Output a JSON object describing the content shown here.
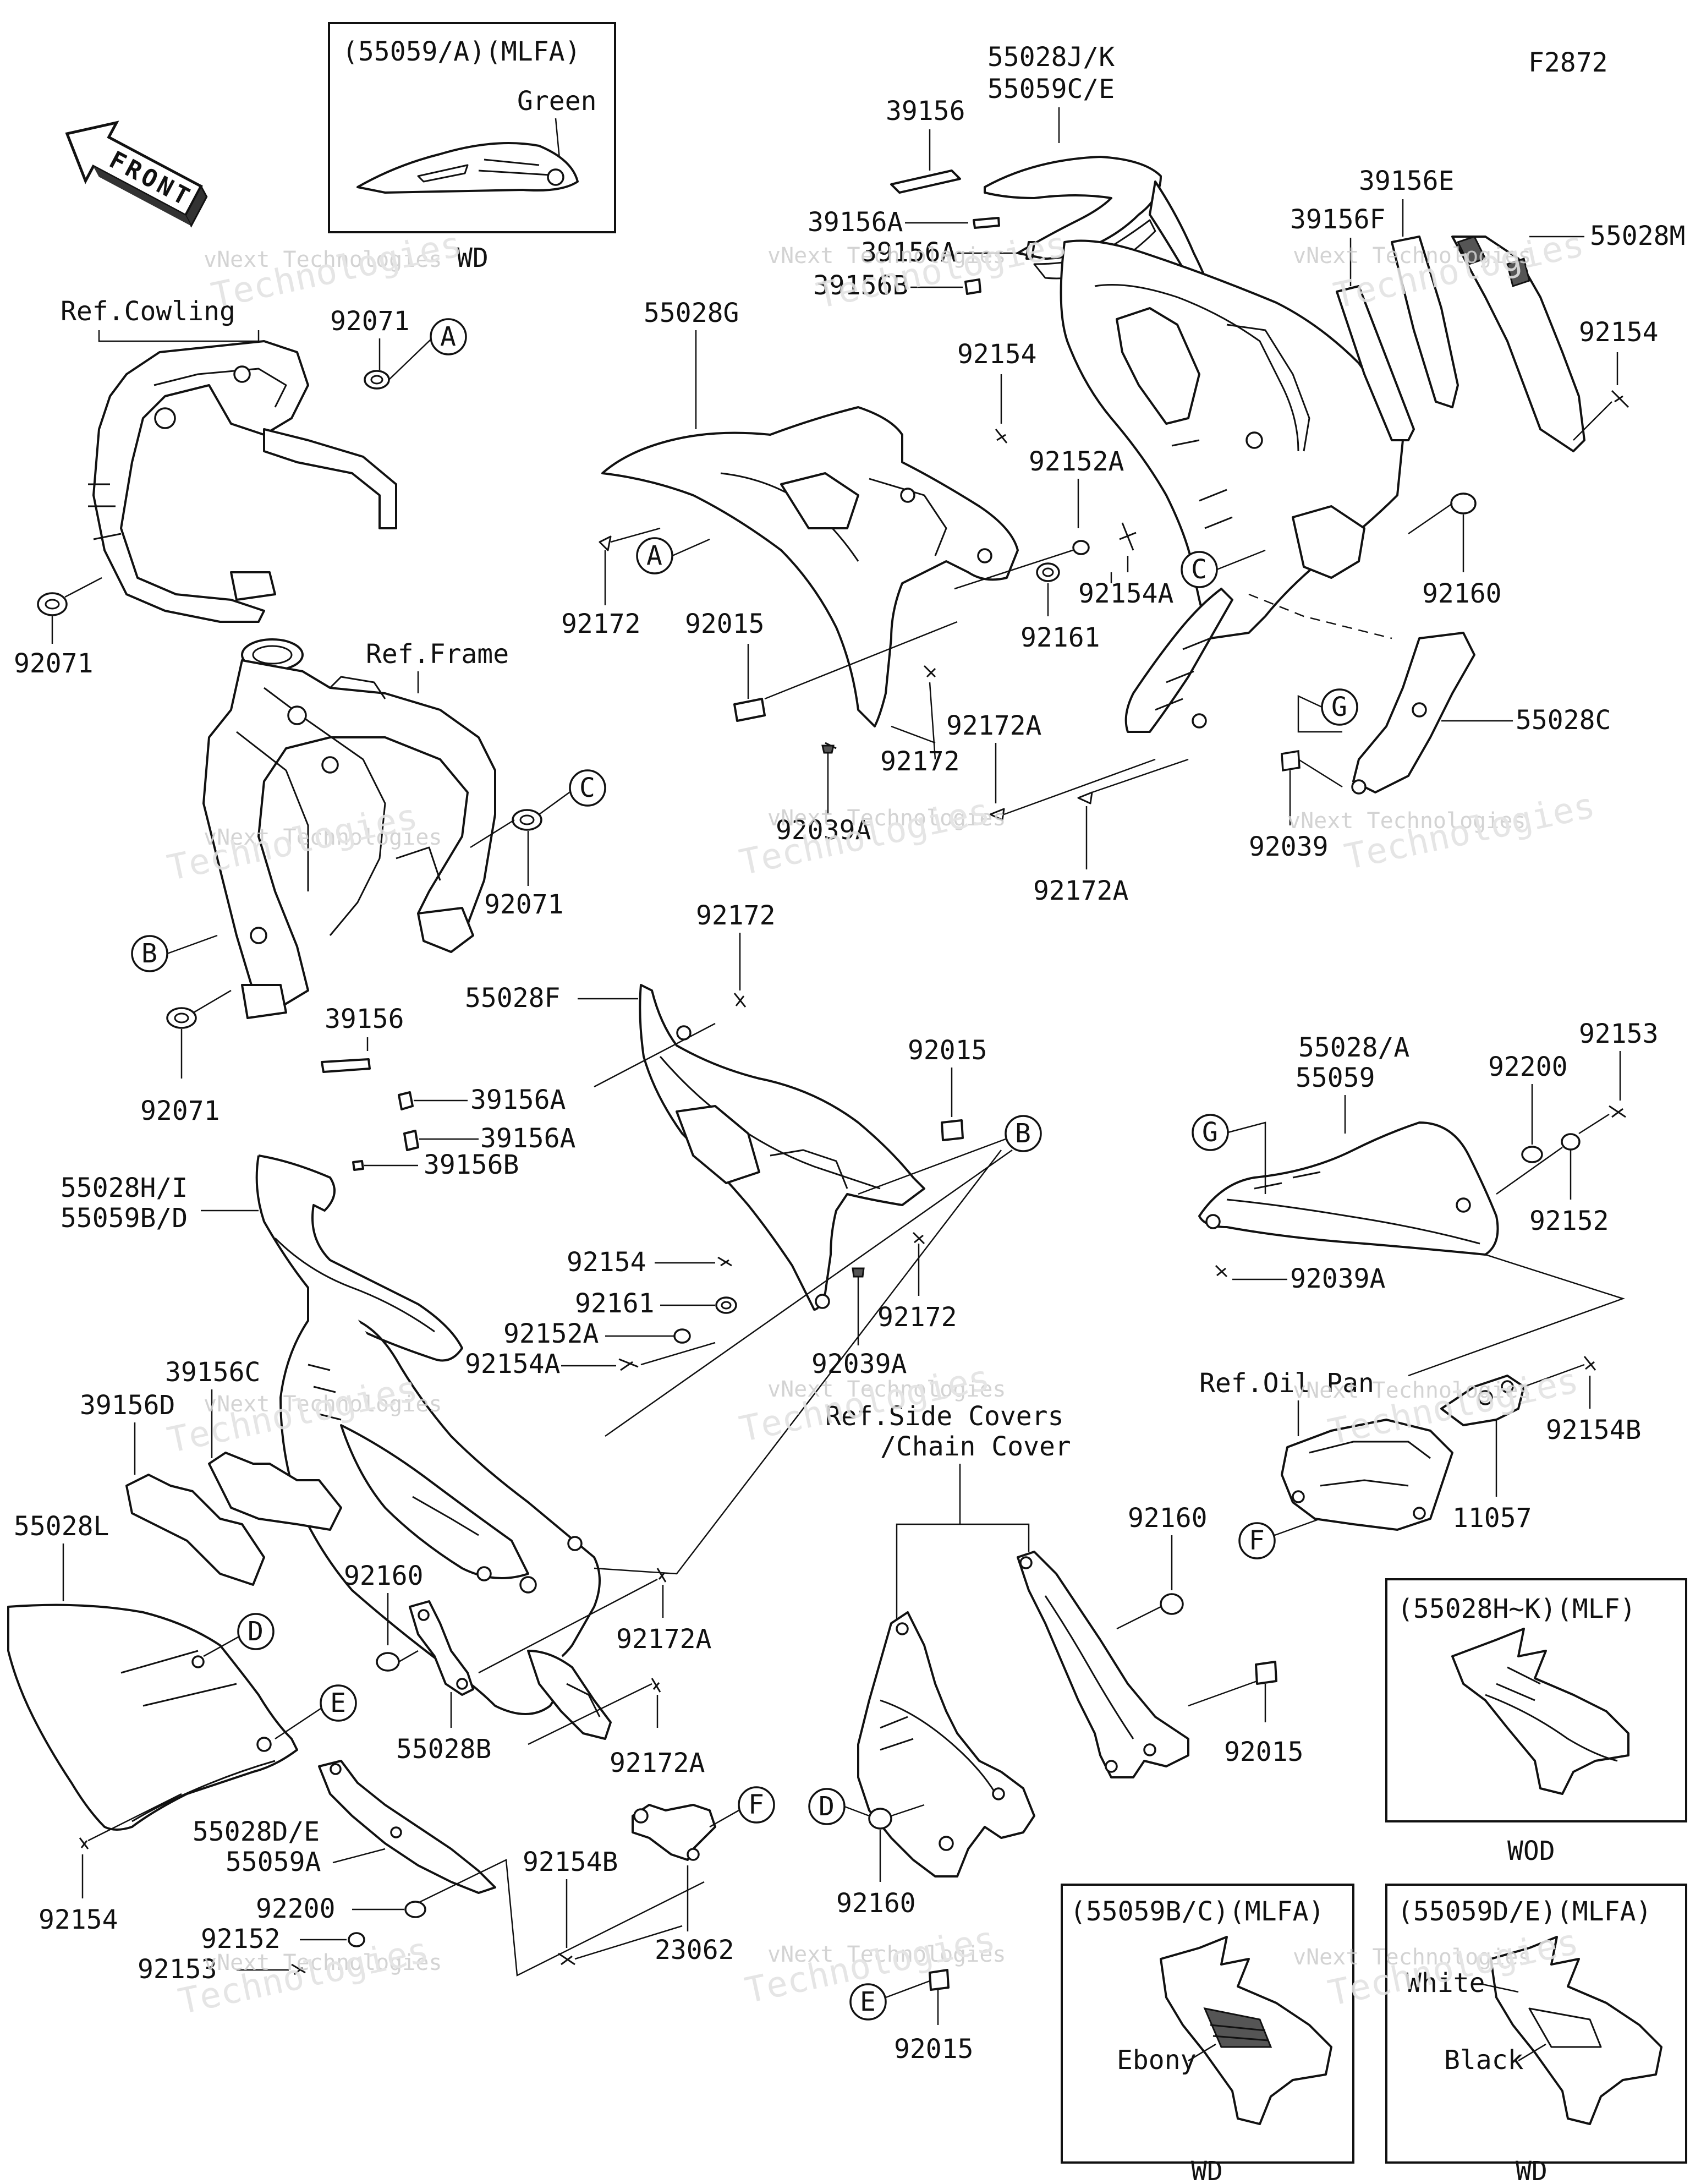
{
  "figure_code": "F2872",
  "front_arrow_label": "FRONT",
  "callouts": {
    "c39156_top": "39156",
    "c55028jk": "55028J/K",
    "c55059ce": "55059C/E",
    "c39156a_1": "39156A",
    "c39156a_2": "39156A",
    "c39156b_top": "39156B",
    "c39156e": "39156E",
    "c39156f": "39156F",
    "c55028m": "55028M",
    "c92154_r": "92154",
    "c55028g": "55028G",
    "c92154_t": "92154",
    "c92152a_t": "92152A",
    "c92172_t1": "92172",
    "c92015_t": "92015",
    "c92172_t2": "92172",
    "c92161_t": "92161",
    "c92154a_t": "92154A",
    "c92160_r": "92160",
    "c92039a_t": "92039A",
    "c92172a_t1": "92172A",
    "c92172a_t2": "92172A",
    "c55028c": "55028C",
    "c92039_t": "92039",
    "ref_cowling": "Ref.Cowling",
    "c92071_1": "92071",
    "c92071_2": "92071",
    "ref_frame": "Ref.Frame",
    "c92071_3": "92071",
    "c92071_4": "92071",
    "c92172_m1": "92172",
    "c55028f": "55028F",
    "c92015_m": "92015",
    "c92154_m": "92154",
    "c92161_m": "92161",
    "c92152a_m": "92152A",
    "c92154a_m": "92154A",
    "c92172_m2": "92172",
    "c92039a_m": "92039A",
    "c39156_l": "39156",
    "c39156a_l1": "39156A",
    "c39156a_l2": "39156A",
    "c39156b_l": "39156B",
    "c55028hi": "55028H/I",
    "c55059bd": "55059B/D",
    "c39156c": "39156C",
    "c39156d": "39156D",
    "c55028l": "55028L",
    "c92160_l": "92160",
    "c55028b": "55028B",
    "c92172a_l1": "92172A",
    "c92172a_l2": "92172A",
    "c55028de": "55028D/E",
    "c55059a": "55059A",
    "c92200_l": "92200",
    "c92152_l": "92152",
    "c92153_l": "92153",
    "c92154_l": "92154",
    "c92154b_l": "92154B",
    "c23062": "23062",
    "c55028a": "55028/A",
    "c55059": "55059",
    "c92200_r": "92200",
    "c92153_r": "92153",
    "c92152_r": "92152",
    "c92039a_r": "92039A",
    "ref_oil_pan": "Ref.Oil Pan",
    "c92154b_r": "92154B",
    "c11057": "11057",
    "ref_side_covers_1": "Ref.Side Covers",
    "ref_side_covers_2": "/Chain Cover",
    "c92160_sc": "92160",
    "c92015_sc": "92015",
    "c92160_sc2": "92160",
    "c92015_sc2": "92015"
  },
  "letter_markers": {
    "A": "A",
    "B": "B",
    "C": "C",
    "D": "D",
    "E": "E",
    "F": "F",
    "G": "G"
  },
  "inset_boxes": {
    "mlfa_top": {
      "title": "(55059/A)(MLFA)",
      "color_label": "Green",
      "footer": "WD"
    },
    "mlf": {
      "title": "(55028H~K)(MLF)",
      "footer": "WOD"
    },
    "mlfa_bc": {
      "title": "(55059B/C)(MLFA)",
      "color_label": "Ebony",
      "footer": "WD"
    },
    "mlfa_de": {
      "title": "(55059D/E)(MLFA)",
      "color_label_1": "White",
      "color_label_2": "Black",
      "footer": "WD"
    }
  },
  "watermark": {
    "line1": "vNext Technologies",
    "line2": "Technologies"
  }
}
